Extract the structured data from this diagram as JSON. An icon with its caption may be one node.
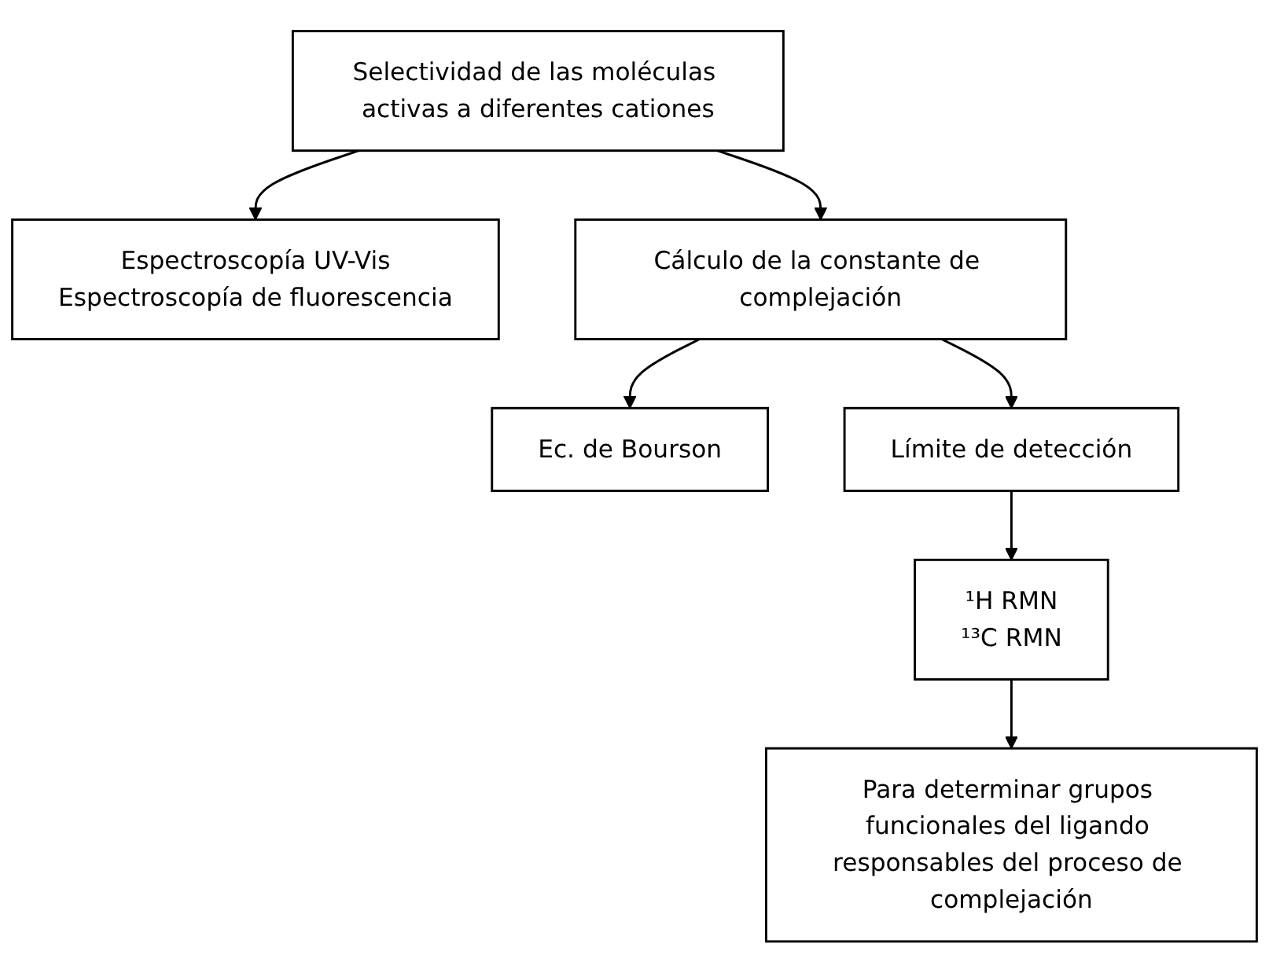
{
  "diagram": {
    "nodes": [
      {
        "text": [
          "Selectividad de las moléculas activas a diferentes cationes"
        ]
      },
      {
        "text": [
          "Espectroscopía UV-Vis",
          "Espectroscopía de fluorescencia"
        ]
      },
      {
        "text": [
          "Cálculo de la constante de complejación"
        ]
      },
      {
        "text": [
          "Ec. de Bourson"
        ]
      },
      {
        "text": [
          "Límite de detección"
        ]
      },
      {
        "text": [
          "¹H RMN",
          "¹³C RMN"
        ]
      },
      {
        "text": [
          "Para determinar grupos funcionales del ligando responsables del proceso de complejación"
        ]
      }
    ],
    "edges": [
      {
        "from": 0,
        "to": 1,
        "arrow": "to"
      },
      {
        "from": 0,
        "to": 2,
        "arrow": "to"
      },
      {
        "from": 2,
        "to": 3,
        "arrow": "to"
      },
      {
        "from": 2,
        "to": 4,
        "arrow": "to"
      },
      {
        "from": 4,
        "to": 5,
        "arrow": "to"
      },
      {
        "from": 5,
        "to": 6,
        "arrow": "to"
      }
    ]
  }
}
